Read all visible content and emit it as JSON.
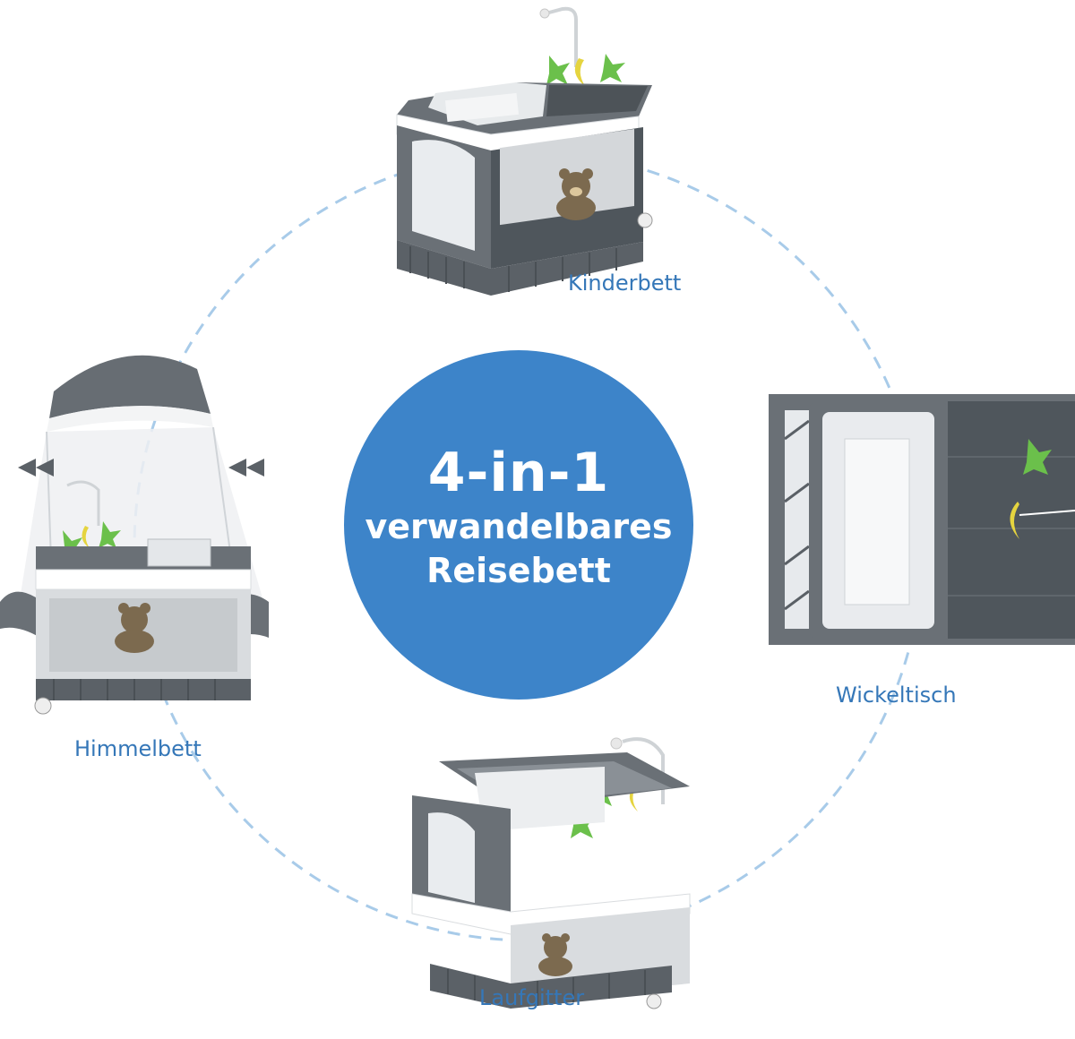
{
  "headline": {
    "line1": "4-in-1",
    "line2": "verwandelbares",
    "line3": "Reisebett"
  },
  "modes": {
    "top": "Kinderbett",
    "right": "Wickeltisch",
    "left": "Himmelbett",
    "bottom": "Laufgitter"
  },
  "colors": {
    "accent": "#3d84c9",
    "label": "#3577b8",
    "dashed_ring": "#a8cbe9",
    "product_gray": "#5e656b"
  }
}
